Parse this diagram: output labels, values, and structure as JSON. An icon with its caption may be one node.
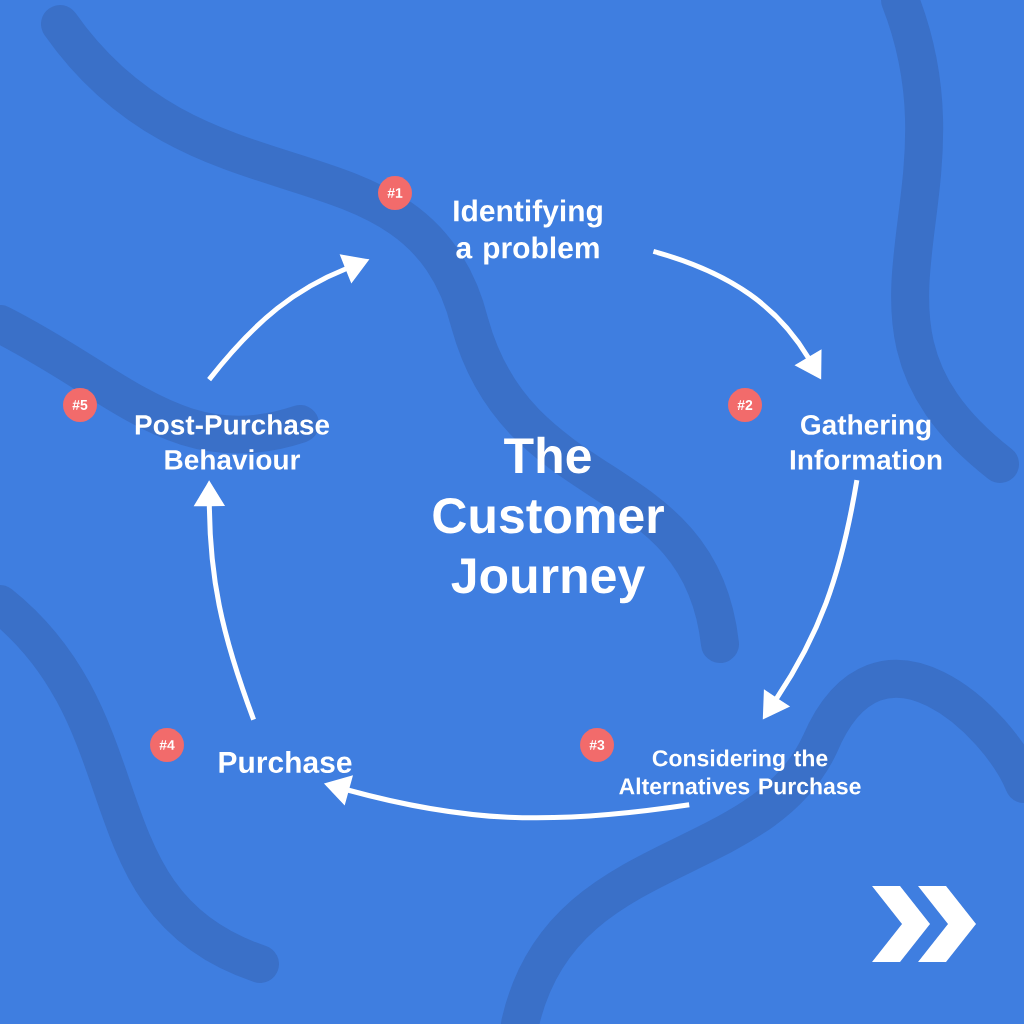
{
  "diagram": {
    "title": "The Customer Journey",
    "nodes": [
      {
        "text": [
          "#1",
          "Identifying a problem"
        ]
      },
      {
        "text": [
          "#2",
          "Gathering Information"
        ]
      },
      {
        "text": [
          "#3",
          "Considering the Alternatives Purchase"
        ]
      },
      {
        "text": [
          "#4",
          "Purchase"
        ]
      },
      {
        "text": [
          "#5",
          "Post-Purchase Behaviour"
        ]
      }
    ],
    "edges": [
      {
        "from": 0,
        "to": 1,
        "arrow": "to"
      },
      {
        "from": 1,
        "to": 2,
        "arrow": "to"
      },
      {
        "from": 2,
        "to": 3,
        "arrow": "to"
      },
      {
        "from": 3,
        "to": 4,
        "arrow": "to"
      },
      {
        "from": 4,
        "to": 0,
        "arrow": "to"
      }
    ]
  }
}
